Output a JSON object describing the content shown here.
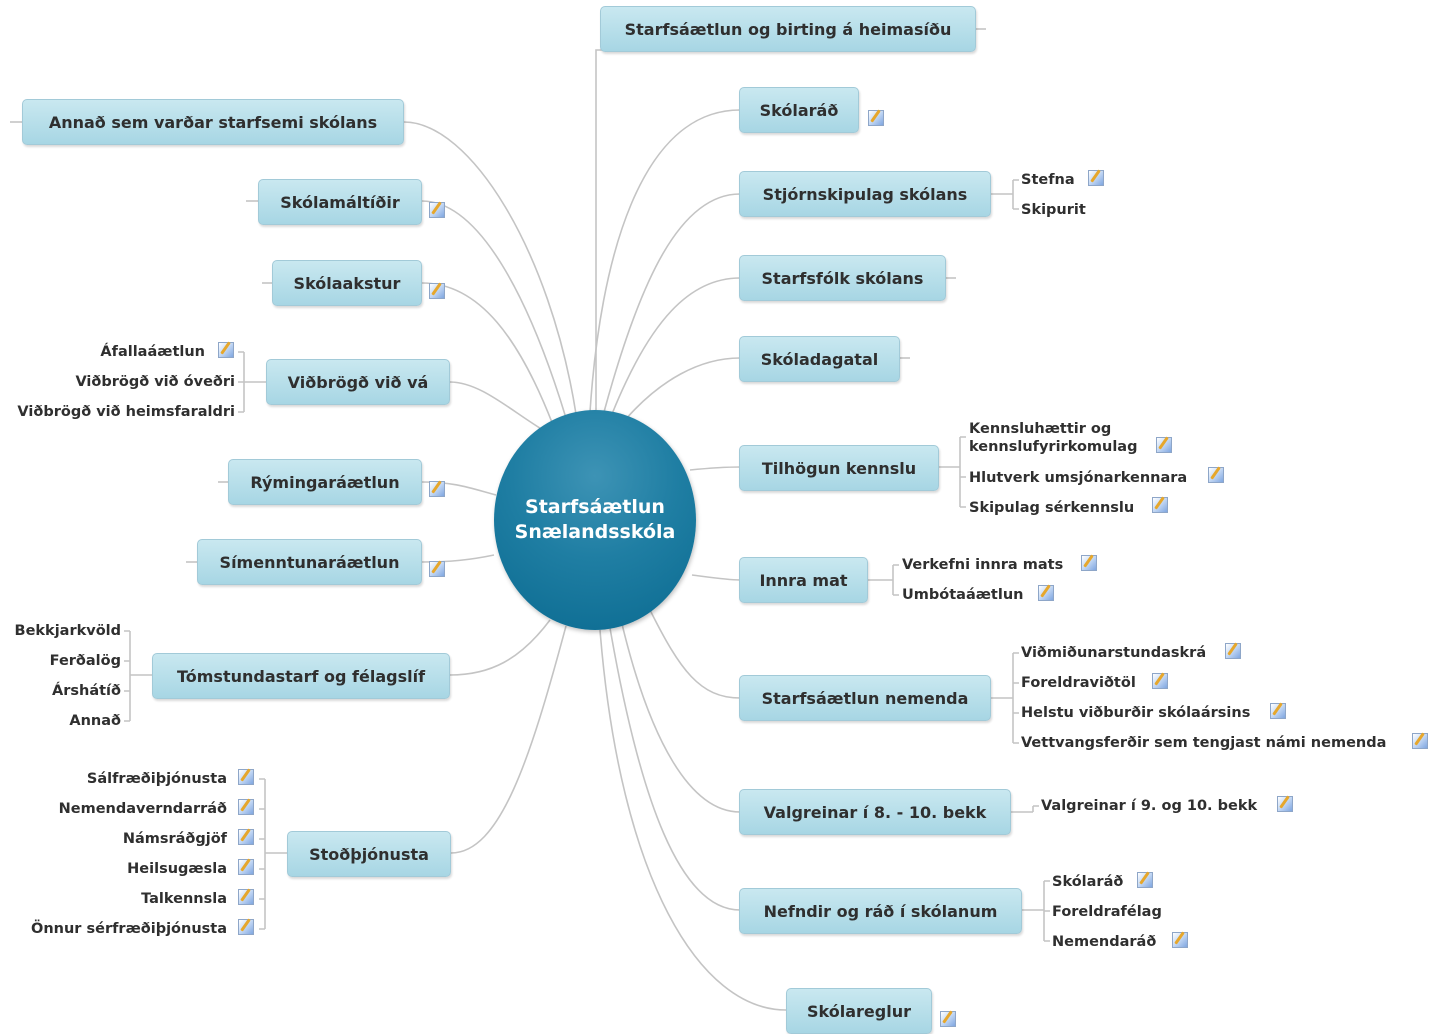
{
  "center": {
    "line1": "Starfsáætlun",
    "line2": "Snælandsskóla"
  },
  "right": {
    "birting": "Starfsáætlun og birting á heimasíðu",
    "skolarad": "Skólaráð",
    "stjorn": {
      "label": "Stjórnskipulag skólans",
      "children": [
        "Stefna",
        "Skipurit"
      ]
    },
    "starfsfolk": "Starfsfólk skólans",
    "dagatal": "Skóladagatal",
    "tilhogun": {
      "label": "Tilhögun kennslu",
      "children": [
        "Kennsluhættir og",
        "kennslufyrirkomulag",
        "Hlutverk umsjónarkennara",
        "Skipulag sérkennslu"
      ]
    },
    "innra": {
      "label": "Innra mat",
      "children": [
        "Verkefni innra mats",
        "Umbótaáætlun"
      ]
    },
    "nemenda": {
      "label": "Starfsáætlun nemenda",
      "children": [
        "Viðmiðunarstundaskrá",
        "Foreldraviðtöl",
        "Helstu viðburðir skólaársins",
        "Vettvangsferðir sem tengjast námi nemenda"
      ]
    },
    "valgreinar": {
      "label": "Valgreinar í 8. - 10. bekk",
      "children": [
        "Valgreinar í 9. og 10. bekk"
      ]
    },
    "nefndir": {
      "label": "Nefndir og ráð í skólanum",
      "children": [
        "Skólaráð",
        "Foreldrafélag",
        "Nemendaráð"
      ]
    },
    "reglur": "Skólareglur"
  },
  "left": {
    "annad": "Annað sem varðar starfsemi skólans",
    "maltidir": "Skólamáltíðir",
    "akstur": "Skólaakstur",
    "va": {
      "label": "Viðbrögð við vá",
      "children": [
        "Áfallaáætlun",
        "Viðbrögð við óveðri",
        "Viðbrögð við heimsfaraldri"
      ]
    },
    "ryming": "Rýmingaráætlun",
    "simenntun": "Símenntunaráætlun",
    "tomstund": {
      "label": "Tómstundastarf og félagslíf",
      "children": [
        "Bekkjarkvöld",
        "Ferðalög",
        "Árshátíð",
        "Annað"
      ]
    },
    "stod": {
      "label": "Stoðþjónusta",
      "children": [
        "Sálfræðiþjónusta",
        "Nemendaverndarráð",
        "Námsráðgjöf",
        "Heilsugæsla",
        "Talkennsla",
        "Önnur sérfræðiþjónusta"
      ]
    }
  },
  "icons": {
    "note": "note-icon"
  },
  "colors": {
    "node_fill": "#b5dde9",
    "center_fill": "#1a78a0",
    "link": "#c4c4c4"
  }
}
